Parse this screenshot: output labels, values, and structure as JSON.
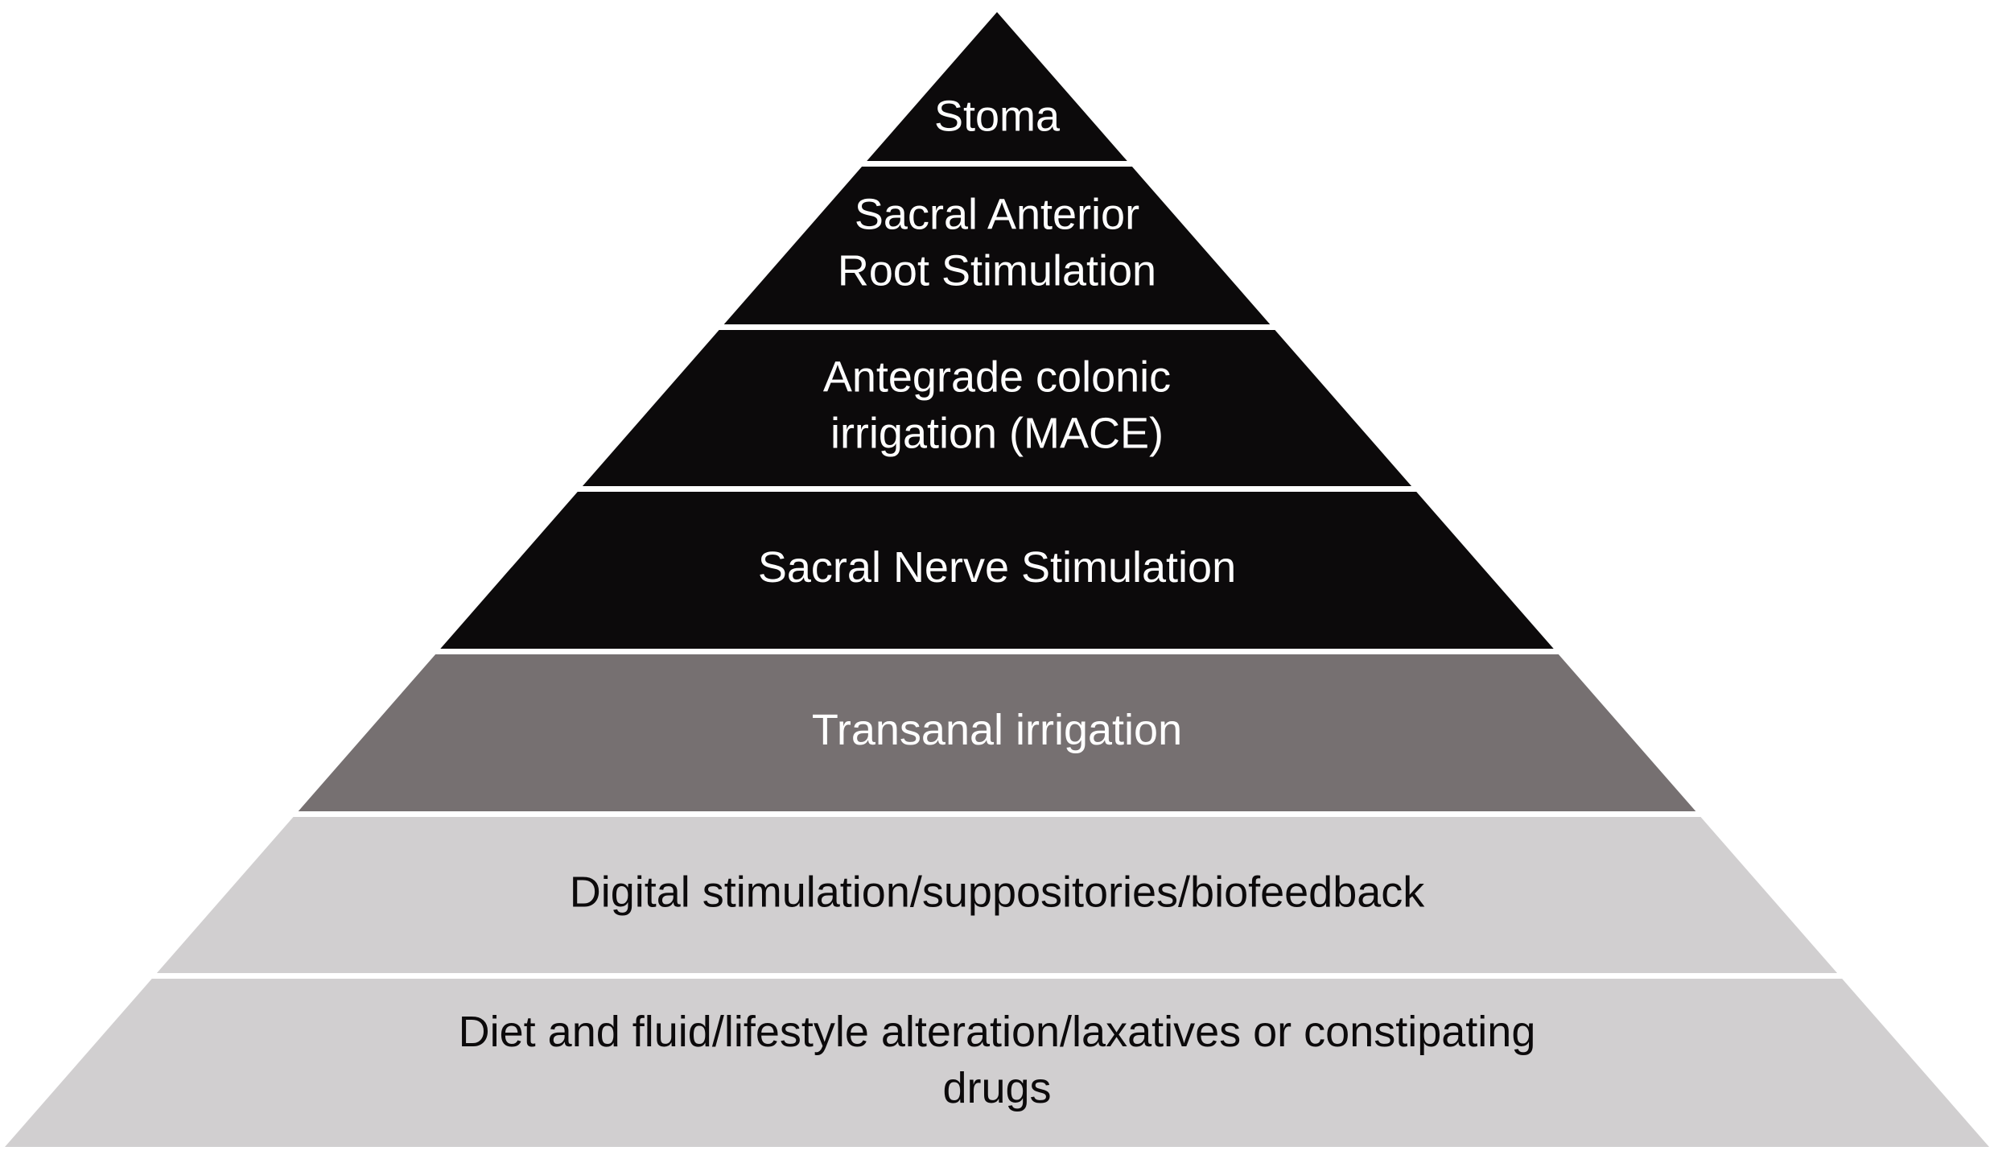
{
  "pyramid": {
    "colors": {
      "dark": "#0c0a0b",
      "mid": "#767071",
      "light": "#d1cfd0",
      "background": "#ffffff",
      "text_on_dark": "#ffffff",
      "text_on_light": "#0c0a0b"
    },
    "tiers": [
      {
        "lines": [
          "Stoma"
        ],
        "shade": "dark"
      },
      {
        "lines": [
          "Sacral Anterior",
          "Root Stimulation"
        ],
        "shade": "dark"
      },
      {
        "lines": [
          "Antegrade colonic",
          "irrigation (MACE)"
        ],
        "shade": "dark"
      },
      {
        "lines": [
          "Sacral Nerve Stimulation"
        ],
        "shade": "dark"
      },
      {
        "lines": [
          "Transanal irrigation"
        ],
        "shade": "mid"
      },
      {
        "lines": [
          "Digital stimulation/suppositories/biofeedback"
        ],
        "shade": "light"
      },
      {
        "lines": [
          "Diet and fluid/lifestyle alteration/laxatives or constipating",
          "drugs"
        ],
        "shade": "light"
      }
    ]
  }
}
